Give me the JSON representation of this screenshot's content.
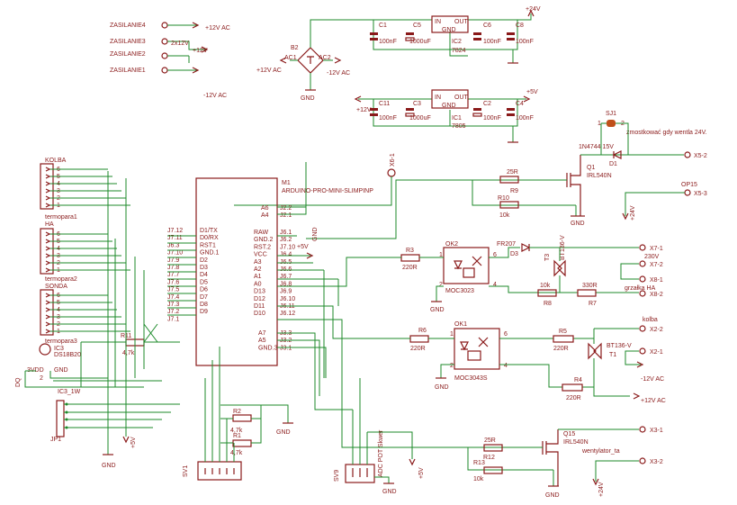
{
  "power_labels": {
    "zas4": "ZASILANIE4",
    "zas3": "ZASILANIE3",
    "zas2": "ZASILANIE2",
    "zas1": "ZASILANIE1",
    "p12_top": "+12V AC",
    "v2x12": "2x12V",
    "p12v": "+12V",
    "m12_ac": "-12V AC"
  },
  "bridge": {
    "name": "B2",
    "ac1": "AC1",
    "ac2": "AC2",
    "p12": "+12V AC",
    "m12": "-12V AC",
    "gnd": "GND"
  },
  "top_reg": {
    "c1": "C1",
    "c1v": "100nF",
    "c5": "C5",
    "c5v": "1000uF",
    "ic2": "IC2",
    "ic2_type": "7824",
    "in": "IN",
    "out": "OUT",
    "gnd": "GND",
    "c6": "C6",
    "c6v": "100nF",
    "c8": "C8",
    "c8v": "100nF",
    "out_v": "+24V"
  },
  "mid_reg": {
    "c11": "C11",
    "c11v": "100nF",
    "c3": "C3",
    "c3v": "1000uF",
    "ic1": "IC1",
    "ic1_type": "7805",
    "in": "IN",
    "out": "OUT",
    "gnd": "GND",
    "c2": "C2",
    "c2v": "100nF",
    "c4": "C4",
    "c4v": "100nF",
    "in_v": "+12V",
    "out_v": "+5V"
  },
  "sj": {
    "name": "SJ1",
    "note": "zmostkować gdy wentla 24V.",
    "n1": "1",
    "n2": "2"
  },
  "diode_d1": {
    "name": "D1",
    "type": "1N4744 15V"
  },
  "mosfet_q1": {
    "name": "Q1",
    "type": "IRL540N",
    "gnd": "GND"
  },
  "r9": {
    "name": "R9",
    "value": "25R"
  },
  "r10": {
    "name": "R10",
    "value": "10k"
  },
  "x5": {
    "a": "X5-2",
    "b": "X5-3",
    "op": "OP15",
    "v": "+24V"
  },
  "x6": "X6-1",
  "arduino": {
    "m1": "M1",
    "title": "ARDUINO-PRO-MINI-SLIMPINP",
    "a6": "A6",
    "a4": "A4",
    "j21": "J2.1",
    "j22": "J2.2",
    "left_ext": [
      "J7.12",
      "J7.11",
      "J6.3",
      "J7.10",
      "J7.9",
      "J7.8",
      "J7.7",
      "J7.6",
      "J7.5",
      "J7.4",
      "J7.3",
      "J7.2",
      "J7.1"
    ],
    "left_int": [
      "D1/TX",
      "D0/RX",
      "RST1",
      "GND.1",
      "D2",
      "D3",
      "D4",
      "D5",
      "D6",
      "D7",
      "D8",
      "D9",
      ""
    ],
    "right_int": [
      "RAW",
      "GND.2",
      "RST.2",
      "VCC",
      "A3",
      "A2",
      "A1",
      "A0",
      "D13",
      "D12",
      "D11",
      "D10"
    ],
    "right_ext": [
      "J6.1",
      "J6.2",
      "J7.10",
      "J6.4",
      "J6.5",
      "J6.6",
      "J6.7",
      "J6.8",
      "J6.9",
      "J6.10",
      "J6.11",
      "J6.12"
    ],
    "bottom_int": [
      "A7",
      "A5",
      "GND.3"
    ],
    "bottom_ext": [
      "J3.3",
      "J3.2",
      "J3.1"
    ],
    "p5v": "+5V",
    "gnd": "GND"
  },
  "conn_left": {
    "kolba": "KOLBA",
    "t1a": "termopara1",
    "t1b": "HA",
    "t2a": "termopara2",
    "t2b": "SONDA",
    "t3": "termopara3",
    "ic3": "IC3",
    "ic3_type": "DS18B20",
    "ic3_lbl": "IC3_1W",
    "dd": "DQ",
    "vdd": "VDD",
    "gnd": "GND",
    "pins": [
      "6",
      "5",
      "4",
      "3",
      "2",
      "1"
    ],
    "vdd_pin": "1",
    "gnd_pin": "2",
    "vdd_lbl": "3VDD"
  },
  "r11": {
    "name": "R11",
    "value": "4,7k"
  },
  "r1": {
    "name": "R1",
    "value": "4,7k"
  },
  "r2": {
    "name": "R2",
    "value": "4,7k"
  },
  "jp1": "JP1",
  "sv1": "SV1",
  "sv9": {
    "name": "SV9",
    "note": "ADC POT Skwer"
  },
  "ok2": {
    "name": "OK2",
    "type": "MOC3023",
    "p1": "1",
    "p2": "2",
    "p4": "4",
    "p6": "6"
  },
  "ok1": {
    "name": "OK1",
    "type": "MOC3043S",
    "p1": "1",
    "p2": "2",
    "p4": "4",
    "p6": "6"
  },
  "r3": {
    "name": "R3",
    "value": "220R"
  },
  "r6": {
    "name": "R6",
    "value": "220R"
  },
  "fr": "FR207",
  "d3": "D3",
  "t3": "T3",
  "t3_type": "BT136-V",
  "r8": {
    "name": "R8",
    "value": "10k"
  },
  "r7": {
    "name": "R7",
    "value": "330R"
  },
  "x7": {
    "a": "X7-1",
    "b": "X7-2",
    "v230": "230V",
    "heater": "grzałka HA"
  },
  "x8": {
    "a": "X8-1",
    "b": "X8-2"
  },
  "r5": {
    "name": "R5",
    "value": "220R"
  },
  "r4": {
    "name": "R4",
    "value": "220R"
  },
  "t1": {
    "name": "T1",
    "type": "BT136-V"
  },
  "x2": {
    "a": "X2-2",
    "b": "X2-1",
    "kolba": "kolba",
    "m12": "-12V AC",
    "p12": "+12V AC"
  },
  "q15": {
    "name": "Q15",
    "type": "IRL540N"
  },
  "r12": {
    "name": "R12",
    "value": "25R"
  },
  "r13": {
    "name": "R13",
    "value": "10k"
  },
  "x3": {
    "a": "X3-1",
    "b": "X3-2",
    "fan": "wentylator_ta",
    "v": "+24V"
  },
  "gnd": "GND",
  "p5v": "+5V",
  "colors": {
    "wire": "#1c8a2a",
    "component": "#8a1a1a",
    "label": "#2a2a8a"
  }
}
